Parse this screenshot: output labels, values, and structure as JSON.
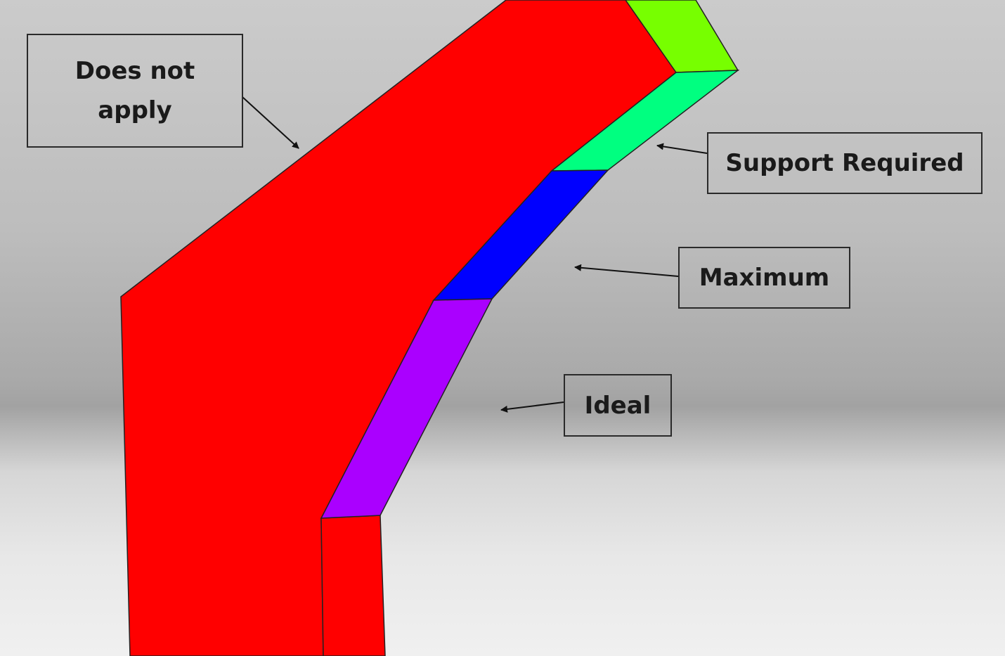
{
  "labels": {
    "does_not_apply_line1": "Does not",
    "does_not_apply_line2": "apply",
    "support_required": "Support Required",
    "maximum": "Maximum",
    "ideal": "Ideal"
  },
  "colors": {
    "does_not_apply": "#ff0000",
    "top_face": "#77ff00",
    "support_required": "#00ff80",
    "maximum": "#0000ff",
    "ideal": "#aa00ff"
  }
}
